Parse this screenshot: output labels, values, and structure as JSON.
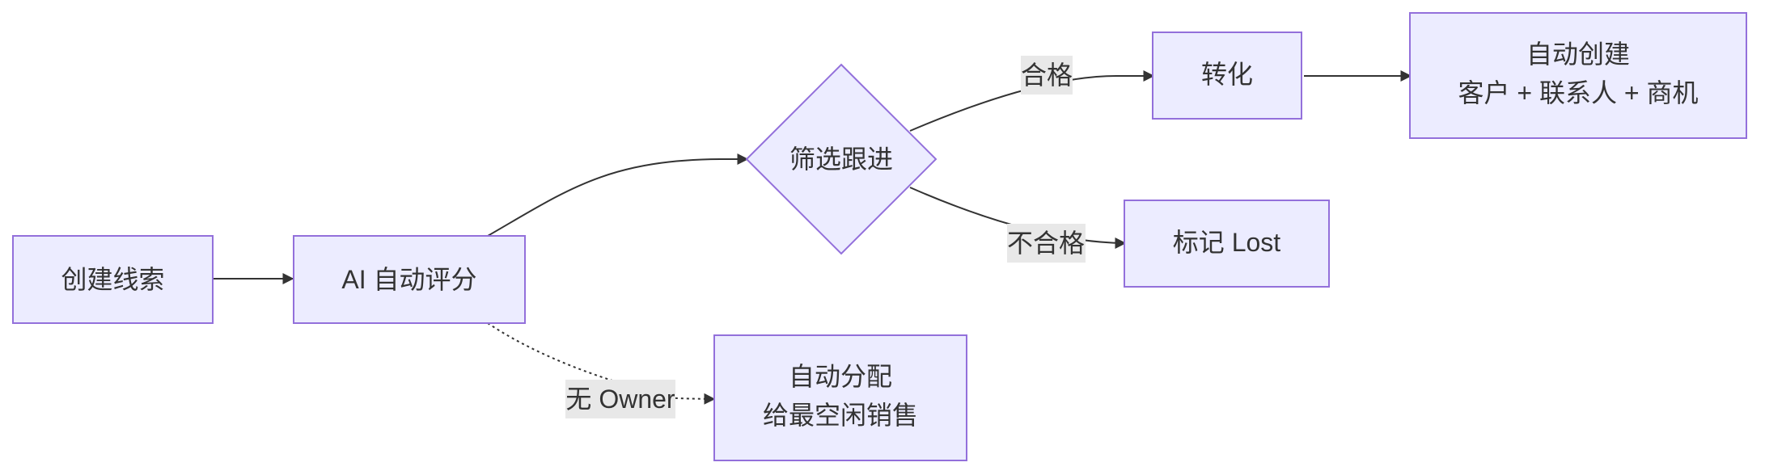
{
  "diagram": {
    "colors": {
      "node_fill": "#ECECFF",
      "node_stroke": "#9370DB",
      "edge": "#333333",
      "label_bg": "#e8e8e8",
      "text": "#333333"
    },
    "nodes": {
      "create_lead": {
        "label": "创建线索"
      },
      "ai_score": {
        "label": "AI 自动评分"
      },
      "screen_follow": {
        "label": "筛选跟进"
      },
      "convert": {
        "label": "转化"
      },
      "auto_create": {
        "line1": "自动创建",
        "line2": "客户 + 联系人 + 商机"
      },
      "mark_lost": {
        "label": "标记 Lost"
      },
      "auto_assign": {
        "line1": "自动分配",
        "line2": "给最空闲销售"
      }
    },
    "edges": {
      "qualified": {
        "label": "合格"
      },
      "unqualified": {
        "label": "不合格"
      },
      "no_owner": {
        "label": "无 Owner"
      }
    }
  }
}
